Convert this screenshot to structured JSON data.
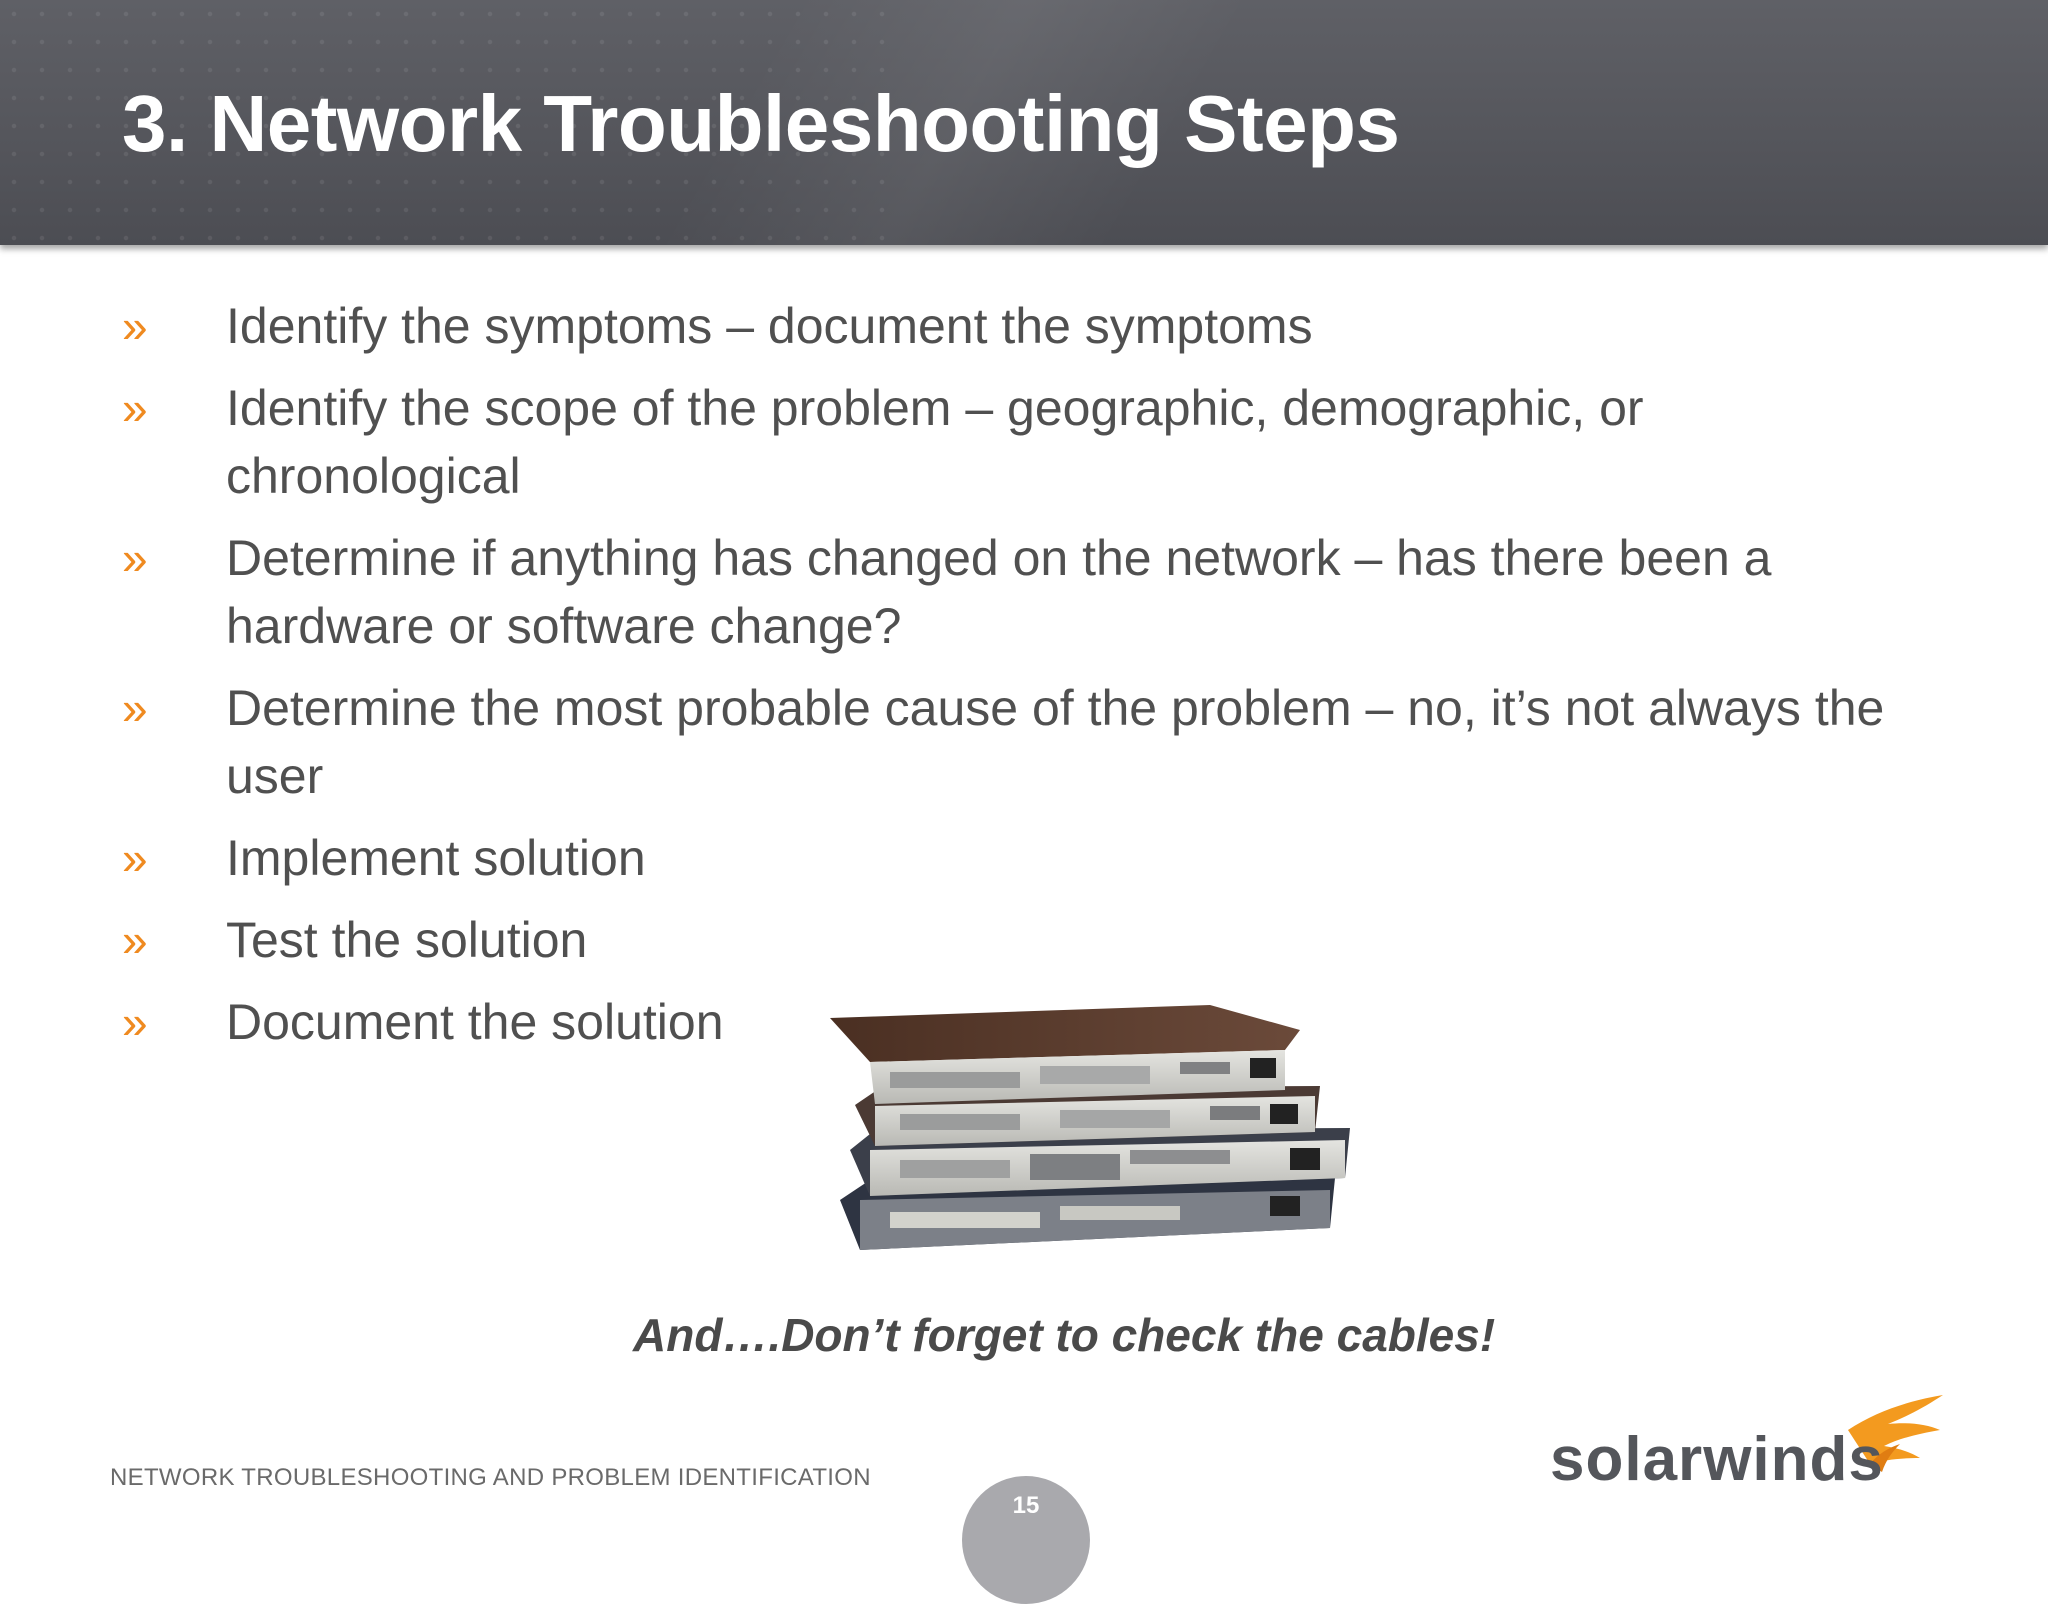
{
  "slide": {
    "title": "3. Network Troubleshooting Steps",
    "bullet_marker": "»",
    "bullets": [
      "Identify the symptoms – document the symptoms",
      "Identify the scope of the problem – geographic, demographic, or chronological",
      "Determine if anything has changed on the network – has there been a hardware or software change?",
      "Determine the most probable cause of the problem – no, it’s not always the user",
      "Implement solution",
      "Test the solution",
      "Document the solution"
    ],
    "tagline": "And….Don’t forget to check the cables!",
    "footer": "NETWORK TROUBLESHOOTING AND PROBLEM IDENTIFICATION",
    "page_number": "15",
    "logo_text": "solarwinds",
    "image_icon": "stacked-routers-image"
  },
  "colors": {
    "header_bg": "#55565c",
    "title": "#ffffff",
    "body_text": "#505050",
    "bullet_marker": "#ef8a20",
    "logo_orange": "#f39a1f",
    "logo_text": "#54565b",
    "page_badge": "#a9a9ad"
  }
}
